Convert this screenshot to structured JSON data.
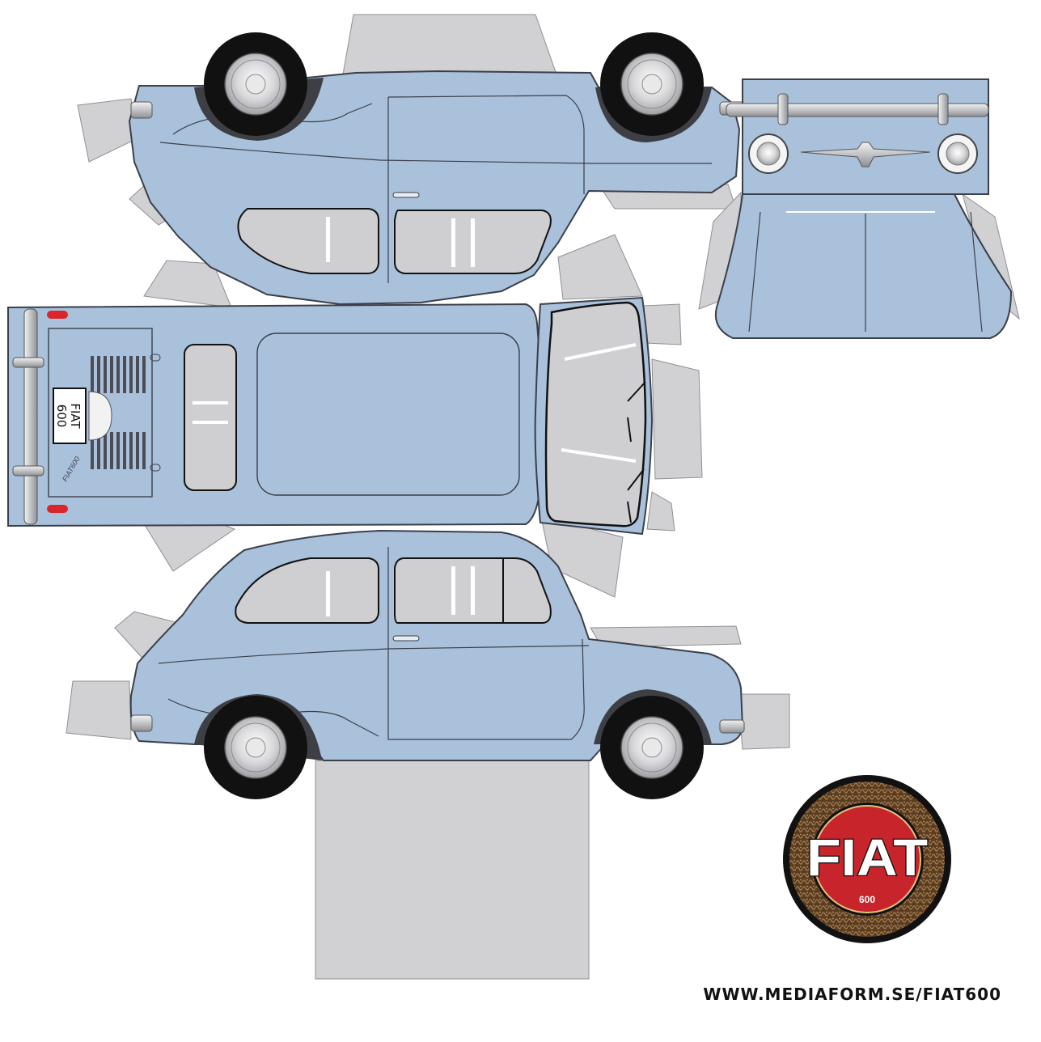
{
  "license_plate": {
    "line1": "FIAT",
    "line2": "600"
  },
  "engine_badge": "FIAT600",
  "logo": {
    "brand": "FIAT",
    "model": "600"
  },
  "website_url": "WWW.MEDIAFORM.SE/FIAT600",
  "colors": {
    "body": "#aac1db",
    "body_outline": "#3b3f4a",
    "glass": "#cfcfd1",
    "glue_tab": "#d1d1d3",
    "tire": "#111111",
    "chrome": "#cfd0d2",
    "tail_light": "#d9262b",
    "logo_red": "#c8242b",
    "logo_ring": "#6a4a2a"
  },
  "icons": [
    "car-side-icon",
    "wheel-icon",
    "fiat-logo-icon",
    "headlight-icon",
    "bumper-icon"
  ]
}
